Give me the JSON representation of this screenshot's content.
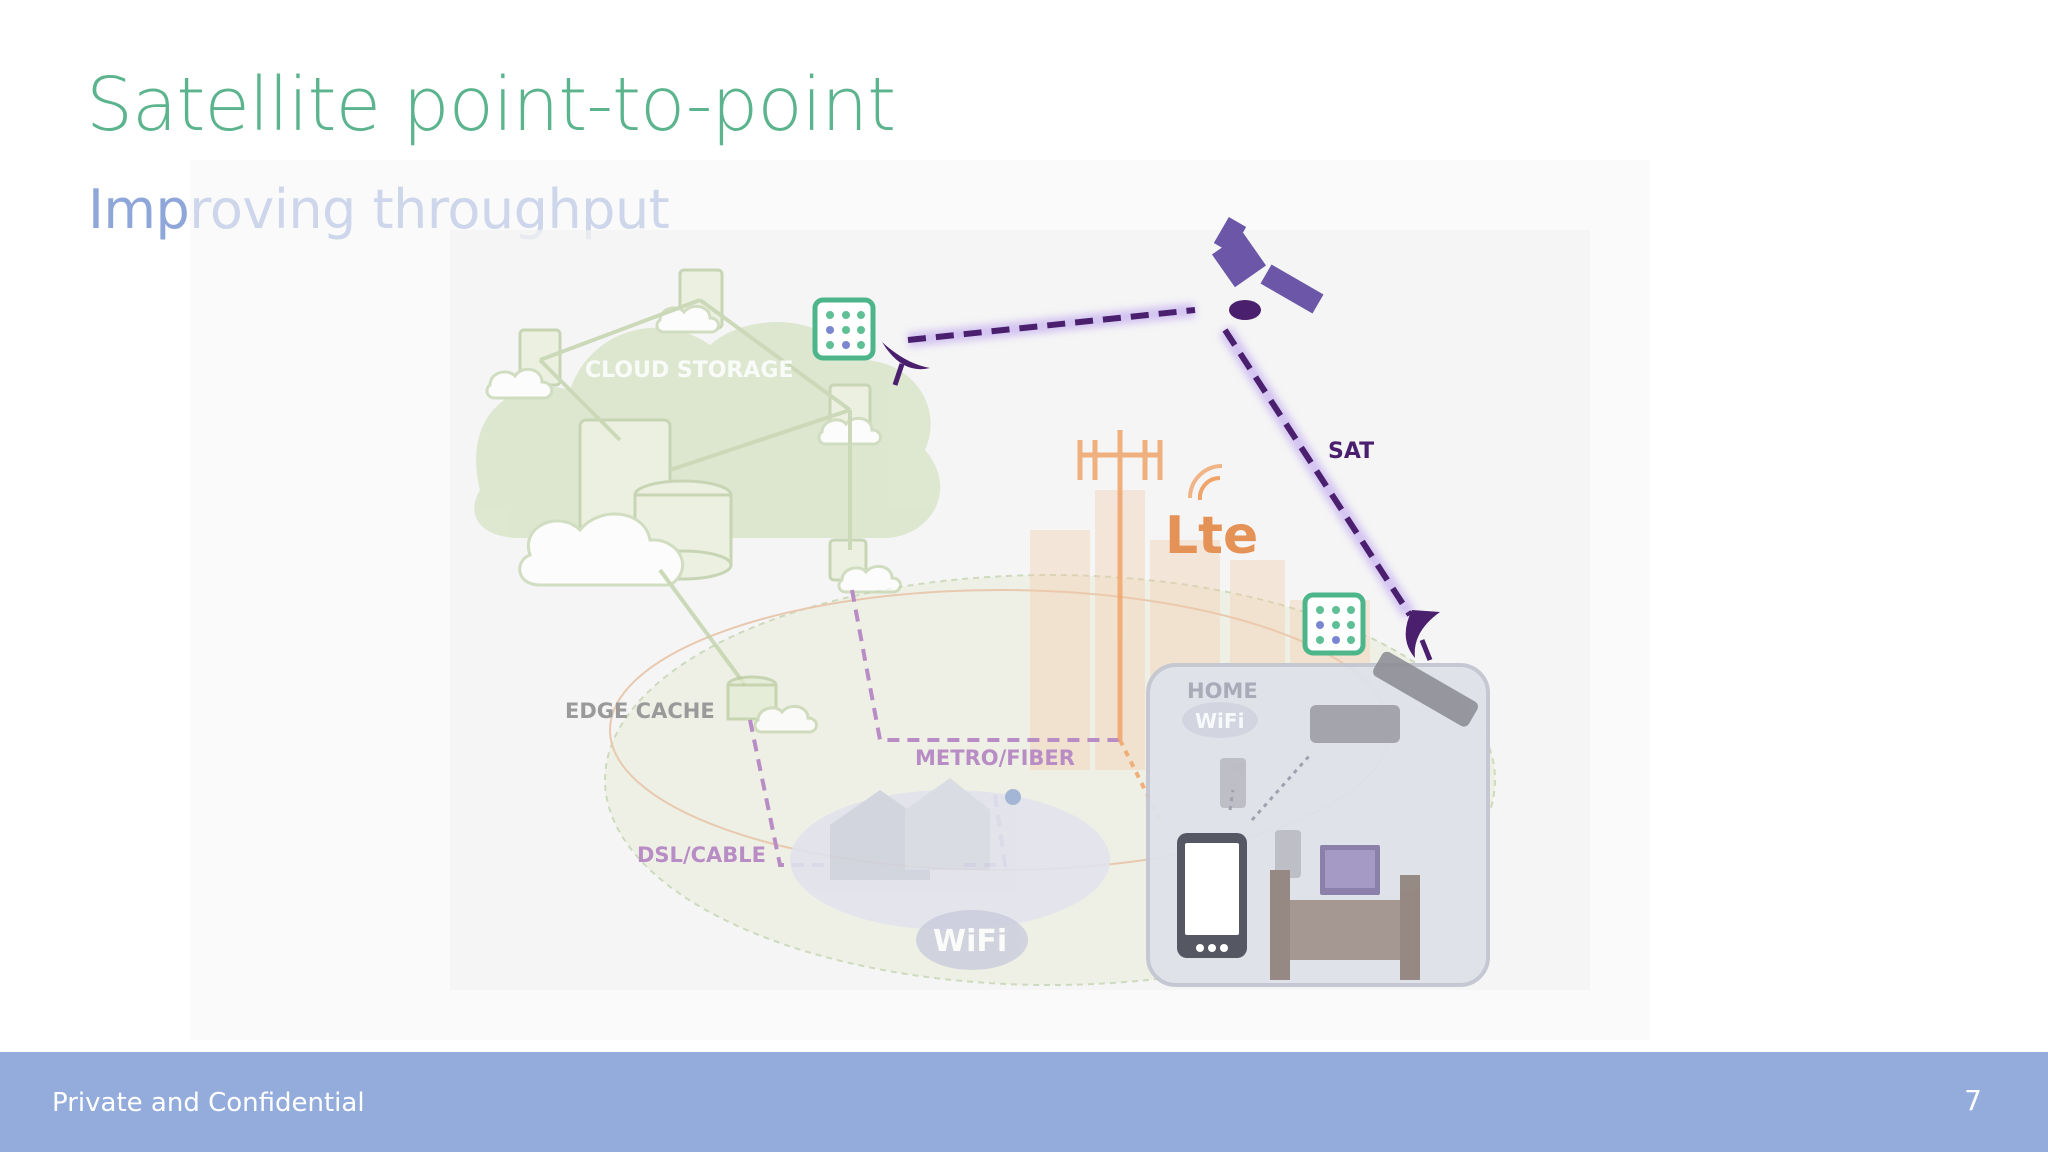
{
  "slide": {
    "title": "Satellite point-to-point",
    "subtitle": "Improving throughput"
  },
  "diagram": {
    "labels": {
      "cloud_storage": "CLOUD STORAGE",
      "edge_cache": "EDGE CACHE",
      "metro_fiber": "METRO/FIBER",
      "dsl_cable": "DSL/CABLE",
      "home": "HOME",
      "sat": "SAT",
      "lte": "Lte",
      "wifi": "WiFi"
    },
    "colors": {
      "satellite_link": "#4a1f6e",
      "cloud_fill": "#dbe6cc",
      "lte": "#f0a46a",
      "wired": "#b88cc4",
      "home_panel": "#dfe2ea",
      "cache_box_border": "#4cb68a"
    }
  },
  "footer": {
    "text": "Private and Confidential",
    "page_number": "7"
  }
}
